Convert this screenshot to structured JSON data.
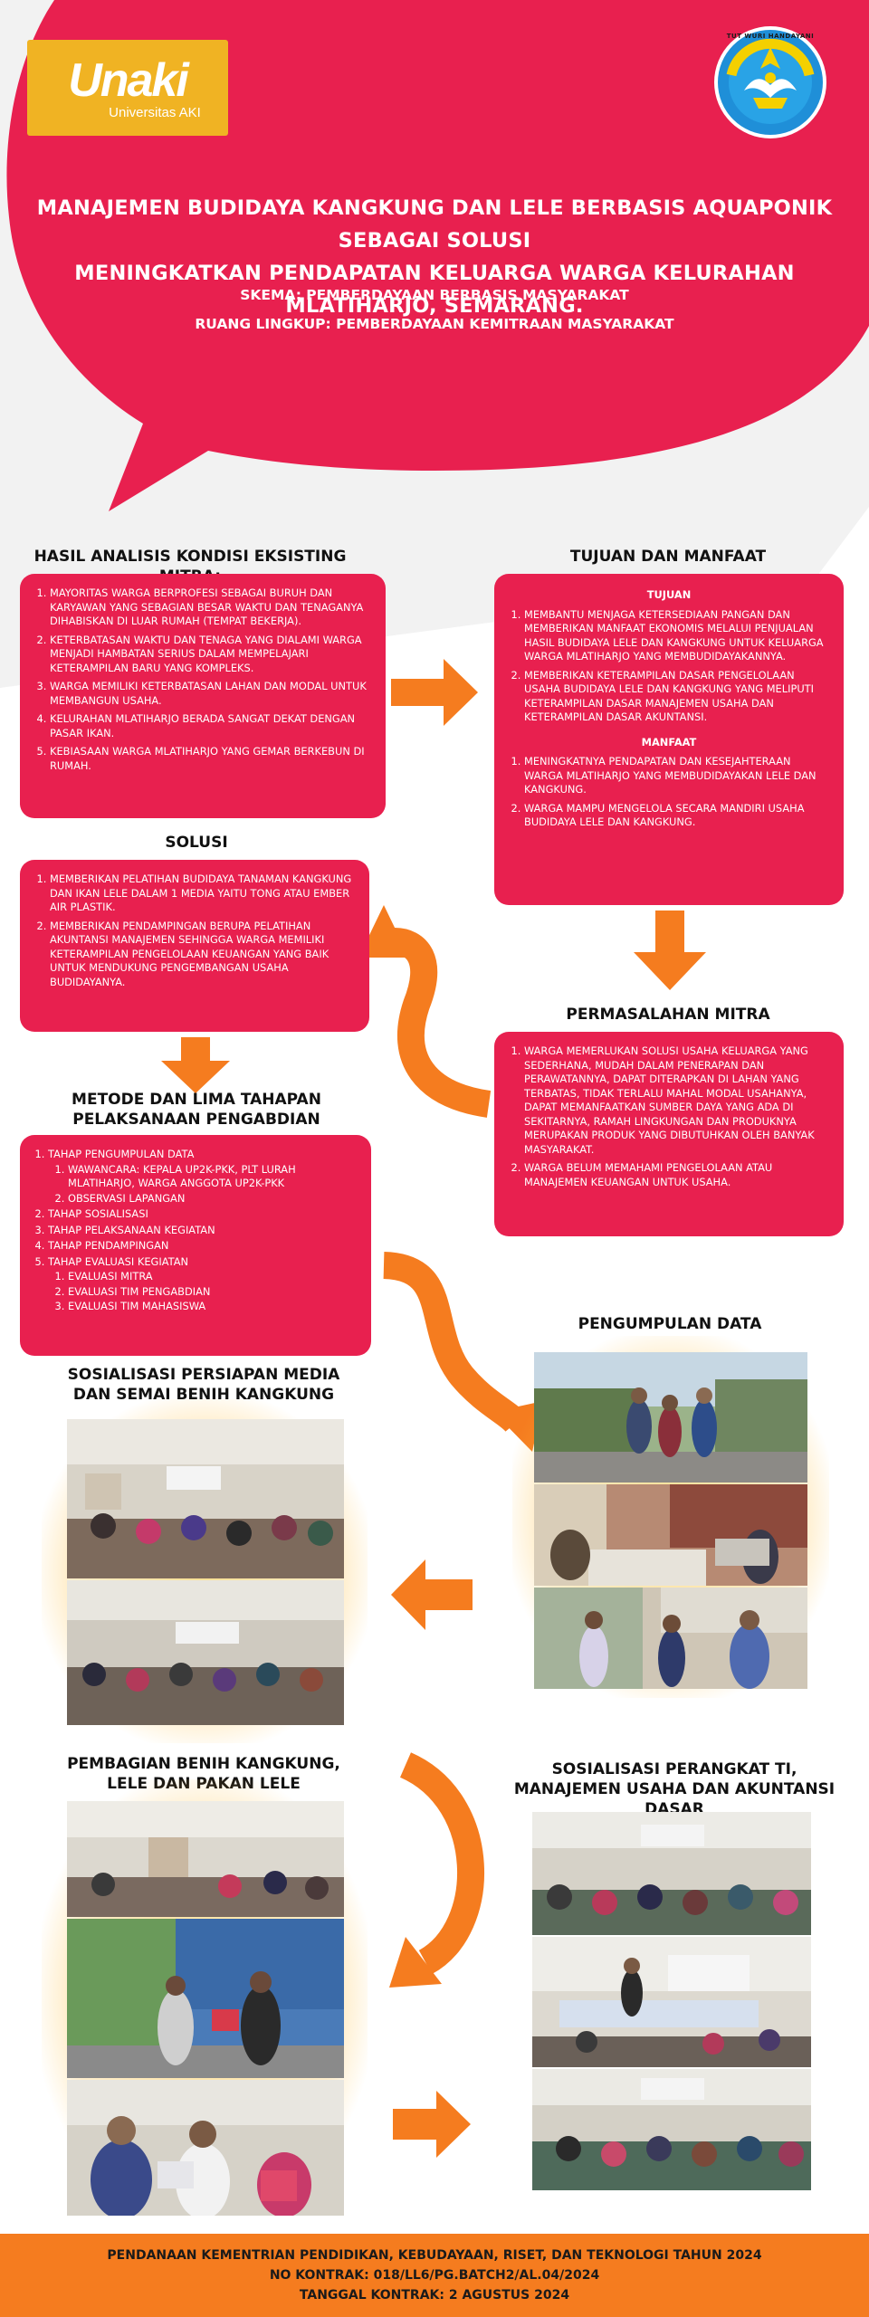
{
  "header": {
    "logo_name": "Unaki",
    "logo_sub": "Universitas AKI",
    "emblem_text": "TUT WURI HANDAYANI",
    "title_line1": "MANAJEMEN BUDIDAYA KANGKUNG DAN LELE BERBASIS AQUAPONIK SEBAGAI SOLUSI",
    "title_line2": "MENINGKATKAN PENDAPATAN KELUARGA WARGA KELURAHAN MLATIHARJO, SEMARANG.",
    "skema": "SKEMA: PEMBERDAYAAN BERBASIS MASYARAKAT",
    "ruang_lingkup": "RUANG LINGKUP: PEMBERDAYAAN KEMITRAAN MASYARAKAT"
  },
  "analisis": {
    "heading": "HASIL ANALISIS KONDISI EKSISTING MITRA:",
    "items": [
      "MAYORITAS WARGA BERPROFESI SEBAGAI BURUH DAN KARYAWAN YANG SEBAGIAN BESAR WAKTU DAN TENAGANYA DIHABISKAN DI LUAR RUMAH (TEMPAT BEKERJA).",
      "KETERBATASAN WAKTU DAN TENAGA YANG DIALAMI WARGA MENJADI HAMBATAN SERIUS DALAM MEMPELAJARI KETERAMPILAN BARU YANG KOMPLEKS.",
      "WARGA MEMILIKI KETERBATASAN LAHAN DAN MODAL UNTUK MEMBANGUN USAHA.",
      "KELURAHAN MLATIHARJO BERADA SANGAT DEKAT DENGAN PASAR IKAN.",
      "KEBIASAAN WARGA MLATIHARJO YANG GEMAR BERKEBUN DI RUMAH."
    ]
  },
  "tujuan": {
    "heading": "TUJUAN DAN MANFAAT",
    "tujuan_label": "TUJUAN",
    "tujuan_items": [
      "MEMBANTU MENJAGA KETERSEDIAAN PANGAN DAN MEMBERIKAN MANFAAT EKONOMIS MELALUI PENJUALAN HASIL BUDIDAYA LELE DAN KANGKUNG UNTUK KELUARGA WARGA MLATIHARJO YANG MEMBUDIDAYAKANNYA.",
      "MEMBERIKAN KETERAMPILAN DASAR PENGELOLAAN USAHA BUDIDAYA LELE DAN KANGKUNG YANG MELIPUTI KETERAMPILAN DASAR MANAJEMEN USAHA DAN KETERAMPILAN DASAR AKUNTANSI."
    ],
    "manfaat_label": "MANFAAT",
    "manfaat_items": [
      "MENINGKATNYA PENDAPATAN DAN KESEJAHTERAAN WARGA MLATIHARJO YANG MEMBUDIDAYAKAN LELE DAN KANGKUNG.",
      "WARGA MAMPU MENGELOLA SECARA MANDIRI USAHA BUDIDAYA LELE DAN KANGKUNG."
    ]
  },
  "solusi": {
    "heading": "SOLUSI",
    "items": [
      "MEMBERIKAN PELATIHAN BUDIDAYA TANAMAN KANGKUNG DAN IKAN LELE DALAM 1 MEDIA YAITU TONG ATAU EMBER AIR PLASTIK.",
      "MEMBERIKAN PENDAMPINGAN BERUPA PELATIHAN AKUNTANSI MANAJEMEN SEHINGGA WARGA MEMILIKI KETERAMPILAN PENGELOLAAN KEUANGAN YANG BAIK UNTUK MENDUKUNG PENGEMBANGAN USAHA BUDIDAYANYA."
    ]
  },
  "permasalahan": {
    "heading": "PERMASALAHAN MITRA",
    "items": [
      "WARGA MEMERLUKAN SOLUSI USAHA KELUARGA YANG SEDERHANA, MUDAH DALAM PENERAPAN DAN PERAWATANNYA, DAPAT DITERAPKAN DI LAHAN YANG TERBATAS, TIDAK TERLALU MAHAL MODAL USAHANYA, DAPAT MEMANFAATKAN SUMBER DAYA YANG ADA DI SEKITARNYA, RAMAH LINGKUNGAN DAN PRODUKNYA MERUPAKAN PRODUK YANG DIBUTUHKAN OLEH BANYAK MASYARAKAT.",
      "WARGA BELUM MEMAHAMI PENGELOLAAN ATAU MANAJEMEN KEUANGAN UNTUK USAHA."
    ]
  },
  "metode": {
    "heading_line1": "METODE DAN LIMA TAHAPAN",
    "heading_line2": "PELAKSANAAN PENGABDIAN",
    "step1": "TAHAP PENGUMPULAN DATA",
    "step1_sub": [
      "WAWANCARA: KEPALA UP2K-PKK, PLT LURAH MLATIHARJO, WARGA ANGGOTA UP2K-PKK",
      "OBSERVASI LAPANGAN"
    ],
    "step2": "TAHAP SOSIALISASI",
    "step3": "TAHAP PELAKSANAAN KEGIATAN",
    "step4": "TAHAP PENDAMPINGAN",
    "step5": "TAHAP EVALUASI KEGIATAN",
    "step5_sub": [
      "EVALUASI MITRA",
      "EVALUASI TIM PENGABDIAN",
      "EVALUASI TIM MAHASISWA"
    ]
  },
  "photos": {
    "pengumpulan": "PENGUMPULAN DATA",
    "sosialisasi_line1": "SOSIALISASI PERSIAPAN MEDIA",
    "sosialisasi_line2": "DAN SEMAI BENIH KANGKUNG",
    "pembagian_line1": "PEMBAGIAN BENIH KANGKUNG,",
    "pembagian_line2": "LELE DAN PAKAN LELE",
    "perangkat_line1": "SOSIALISASI PERANGKAT TI,",
    "perangkat_line2": "MANAJEMEN USAHA DAN AKUNTANSI DASAR"
  },
  "footer": {
    "line1": "PENDANAAN KEMENTRIAN PENDIDIKAN, KEBUDAYAAN, RISET, DAN TEKNOLOGI TAHUN 2024",
    "line2": "NO KONTRAK: 018/LL6/PG.BATCH2/AL.04/2024",
    "line3": "TANGGAL KONTRAK: 2 AGUSTUS 2024"
  },
  "colors": {
    "primary_red": "#e8204f",
    "accent_orange": "#f57c1f",
    "logo_gold": "#f0b323"
  }
}
